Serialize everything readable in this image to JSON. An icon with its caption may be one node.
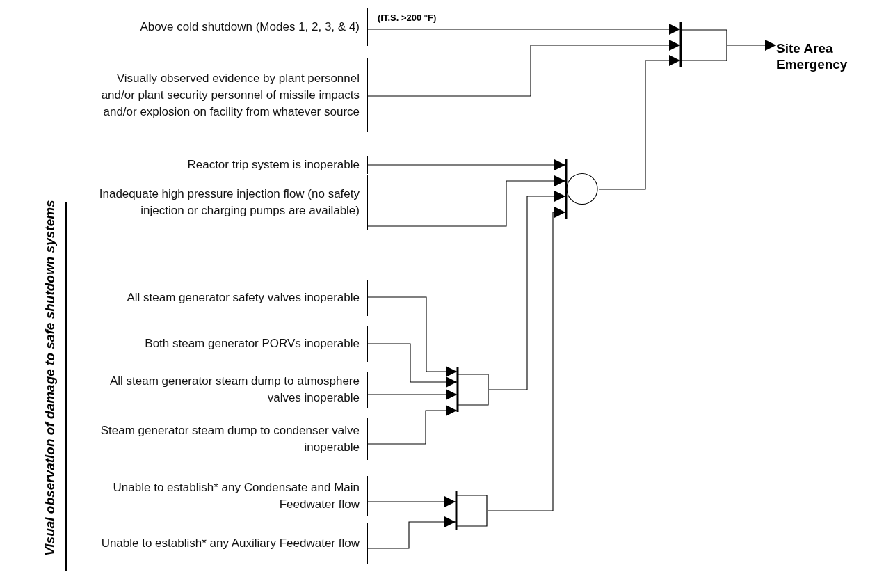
{
  "diagram": {
    "nodes": [
      {
        "text": [
          "Above cold shutdown (Modes 1, 2, 3, & 4)"
        ]
      },
      {
        "text": [
          "Visually observed evidence by plant personnel and/or plant security personnel of missile impacts and/or explosion on facility from whatever source"
        ]
      },
      {
        "text": [
          "Reactor trip system is inoperable"
        ]
      },
      {
        "text": [
          "Inadequate high pressure injection flow (no safety injection or charging pumps are available)"
        ]
      },
      {
        "text": [
          "All steam generator safety valves inoperable"
        ]
      },
      {
        "text": [
          "Both steam generator PORVs inoperable"
        ]
      },
      {
        "text": [
          "All steam generator steam dump to atmosphere valves inoperable"
        ]
      },
      {
        "text": [
          "Steam generator steam dump to condenser valve inoperable"
        ]
      },
      {
        "text": [
          "Unable to establish* any Condensate and Main Feedwater flow"
        ]
      },
      {
        "text": [
          "Unable to establish* any Auxiliary Feedwater flow"
        ]
      },
      {
        "text": [
          "Site Area Emergency"
        ]
      },
      {
        "text": [],
        "shape": "box"
      },
      {
        "text": [],
        "shape": "circle"
      },
      {
        "text": [],
        "shape": "box"
      },
      {
        "text": [],
        "shape": "box"
      }
    ],
    "edges": [
      {
        "from": 0,
        "to": 11,
        "arrow": "to",
        "label": "(IT.S. >200 °F)"
      },
      {
        "from": 1,
        "to": 11,
        "arrow": "to"
      },
      {
        "from": 12,
        "to": 11,
        "arrow": "to"
      },
      {
        "from": 11,
        "to": 10,
        "arrow": "to"
      },
      {
        "from": 2,
        "to": 12,
        "arrow": "to"
      },
      {
        "from": 3,
        "to": 12,
        "arrow": "to"
      },
      {
        "from": 13,
        "to": 12,
        "arrow": "to"
      },
      {
        "from": 14,
        "to": 12,
        "arrow": "to"
      },
      {
        "from": 4,
        "to": 13,
        "arrow": "to"
      },
      {
        "from": 5,
        "to": 13,
        "arrow": "to"
      },
      {
        "from": 6,
        "to": 13,
        "arrow": "to"
      },
      {
        "from": 7,
        "to": 13,
        "arrow": "to"
      },
      {
        "from": 8,
        "to": 14,
        "arrow": "to"
      },
      {
        "from": 9,
        "to": 14,
        "arrow": "to"
      }
    ],
    "labels": [
      "Visual observation of damage to safe shutdown systems"
    ]
  }
}
